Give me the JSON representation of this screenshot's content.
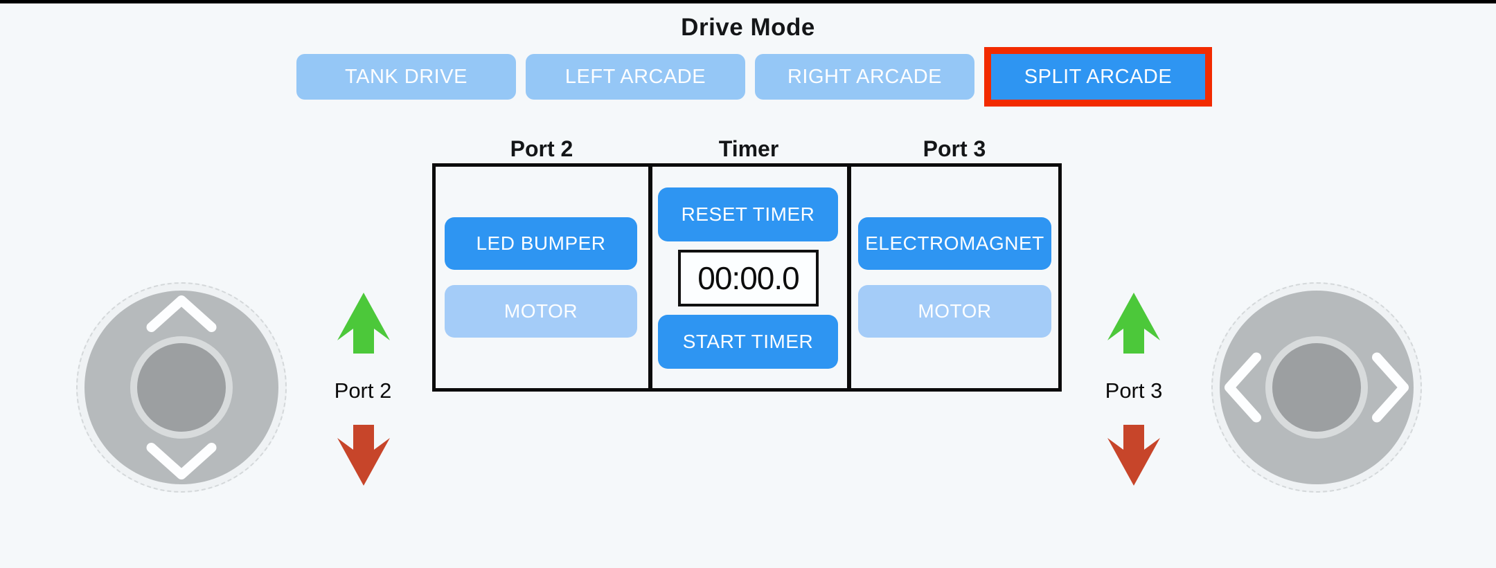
{
  "header": {
    "title": "Drive Mode"
  },
  "drive_modes": [
    {
      "label": "TANK DRIVE",
      "active": false
    },
    {
      "label": "LEFT ARCADE",
      "active": false
    },
    {
      "label": "RIGHT ARCADE",
      "active": false
    },
    {
      "label": "SPLIT ARCADE",
      "active": true
    }
  ],
  "control_panel": {
    "port2": {
      "header": "Port 2",
      "buttons": [
        {
          "label": "LED BUMPER",
          "state": "on"
        },
        {
          "label": "MOTOR",
          "state": "off"
        }
      ]
    },
    "timer": {
      "header": "Timer",
      "reset_button": "RESET TIMER",
      "display": "00:00.0",
      "start_button": "START TIMER"
    },
    "port3": {
      "header": "Port 3",
      "buttons": [
        {
          "label": "ELECTROMAGNET",
          "state": "on"
        },
        {
          "label": "MOTOR",
          "state": "off"
        }
      ]
    }
  },
  "port_indicators": {
    "left": {
      "label": "Port 2",
      "up_arrow": "green-up-arrow",
      "down_arrow": "red-down-arrow"
    },
    "right": {
      "label": "Port 3",
      "up_arrow": "green-up-arrow",
      "down_arrow": "red-down-arrow"
    }
  },
  "joysticks": {
    "left": {
      "axis": "vertical"
    },
    "right": {
      "axis": "horizontal"
    }
  },
  "colors": {
    "background": "#f5f8fa",
    "active_blue": "#2e95f2",
    "inactive_blue": "#95c7f6",
    "motor_off_blue": "#a4ccf8",
    "selection_red": "#f22b00",
    "arrow_green": "#4cc83a",
    "arrow_red": "#c7452a"
  }
}
